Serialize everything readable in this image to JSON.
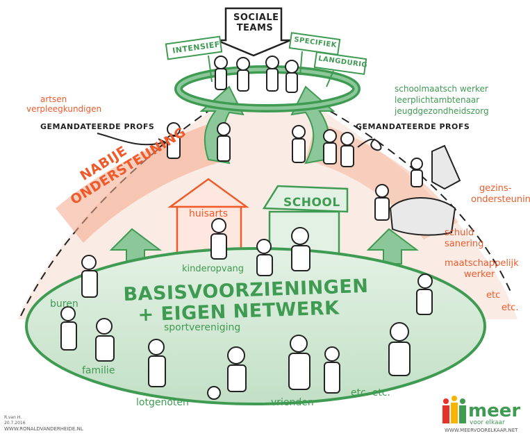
{
  "title": {
    "line1": "SOCIALE",
    "line2": "TEAMS"
  },
  "team_tags": {
    "intensief": "INTENSIEF",
    "specifiek": "SPECIFIEK",
    "langdurig": "LANGDURIG"
  },
  "left_profs": {
    "line1": "artsen",
    "line2": "verpleegkundigen",
    "heading": "GEMANDATEERDE PROFS"
  },
  "right_profs": {
    "line1": "schoolmaatsch werker",
    "line2": "leerplichtambtenaar",
    "line3": "jeugdgezondheidszorg",
    "heading": "GEMANDATEERDE PROFS"
  },
  "nabije": {
    "line1": "NABIJE",
    "line2": "ONDERSTEUNING"
  },
  "right_services": {
    "gezins1": "gezins-",
    "gezins2": "ondersteuning",
    "schuld1": "schuld",
    "schuld2": "sanering",
    "maat1": "maatschappelijk",
    "maat2": "werker",
    "etc1": "etc",
    "etc2": "etc."
  },
  "buildings": {
    "huisarts": "huisarts",
    "school": "SCHOOL"
  },
  "base": {
    "line1": "BASISVOORZIENINGEN",
    "line2": "+ EIGEN NETWERK",
    "kinderopvang": "kinderopvang",
    "sportvereniging": "sportvereniging"
  },
  "network": {
    "buren": "buren",
    "familie": "familie",
    "lotgenoten": "lotgenoten",
    "vrienden": "vrienden",
    "etc": "etc. etc."
  },
  "signature": {
    "name": "R.van H.",
    "date": "20.7.2016",
    "url": "WWW.RONALDVANDERHEIDE.NL"
  },
  "logo": {
    "word": "meer",
    "tagline": "voor elkaar",
    "url": "WWW.MEERVOORELKAAR.NET"
  },
  "colors": {
    "green": "#3f9a52",
    "light_green": "#cfe8d2",
    "orange": "#ef5a2b",
    "light_orange": "#fbd9cb",
    "logo_red": "#e6332a",
    "logo_yellow": "#f4b400"
  }
}
